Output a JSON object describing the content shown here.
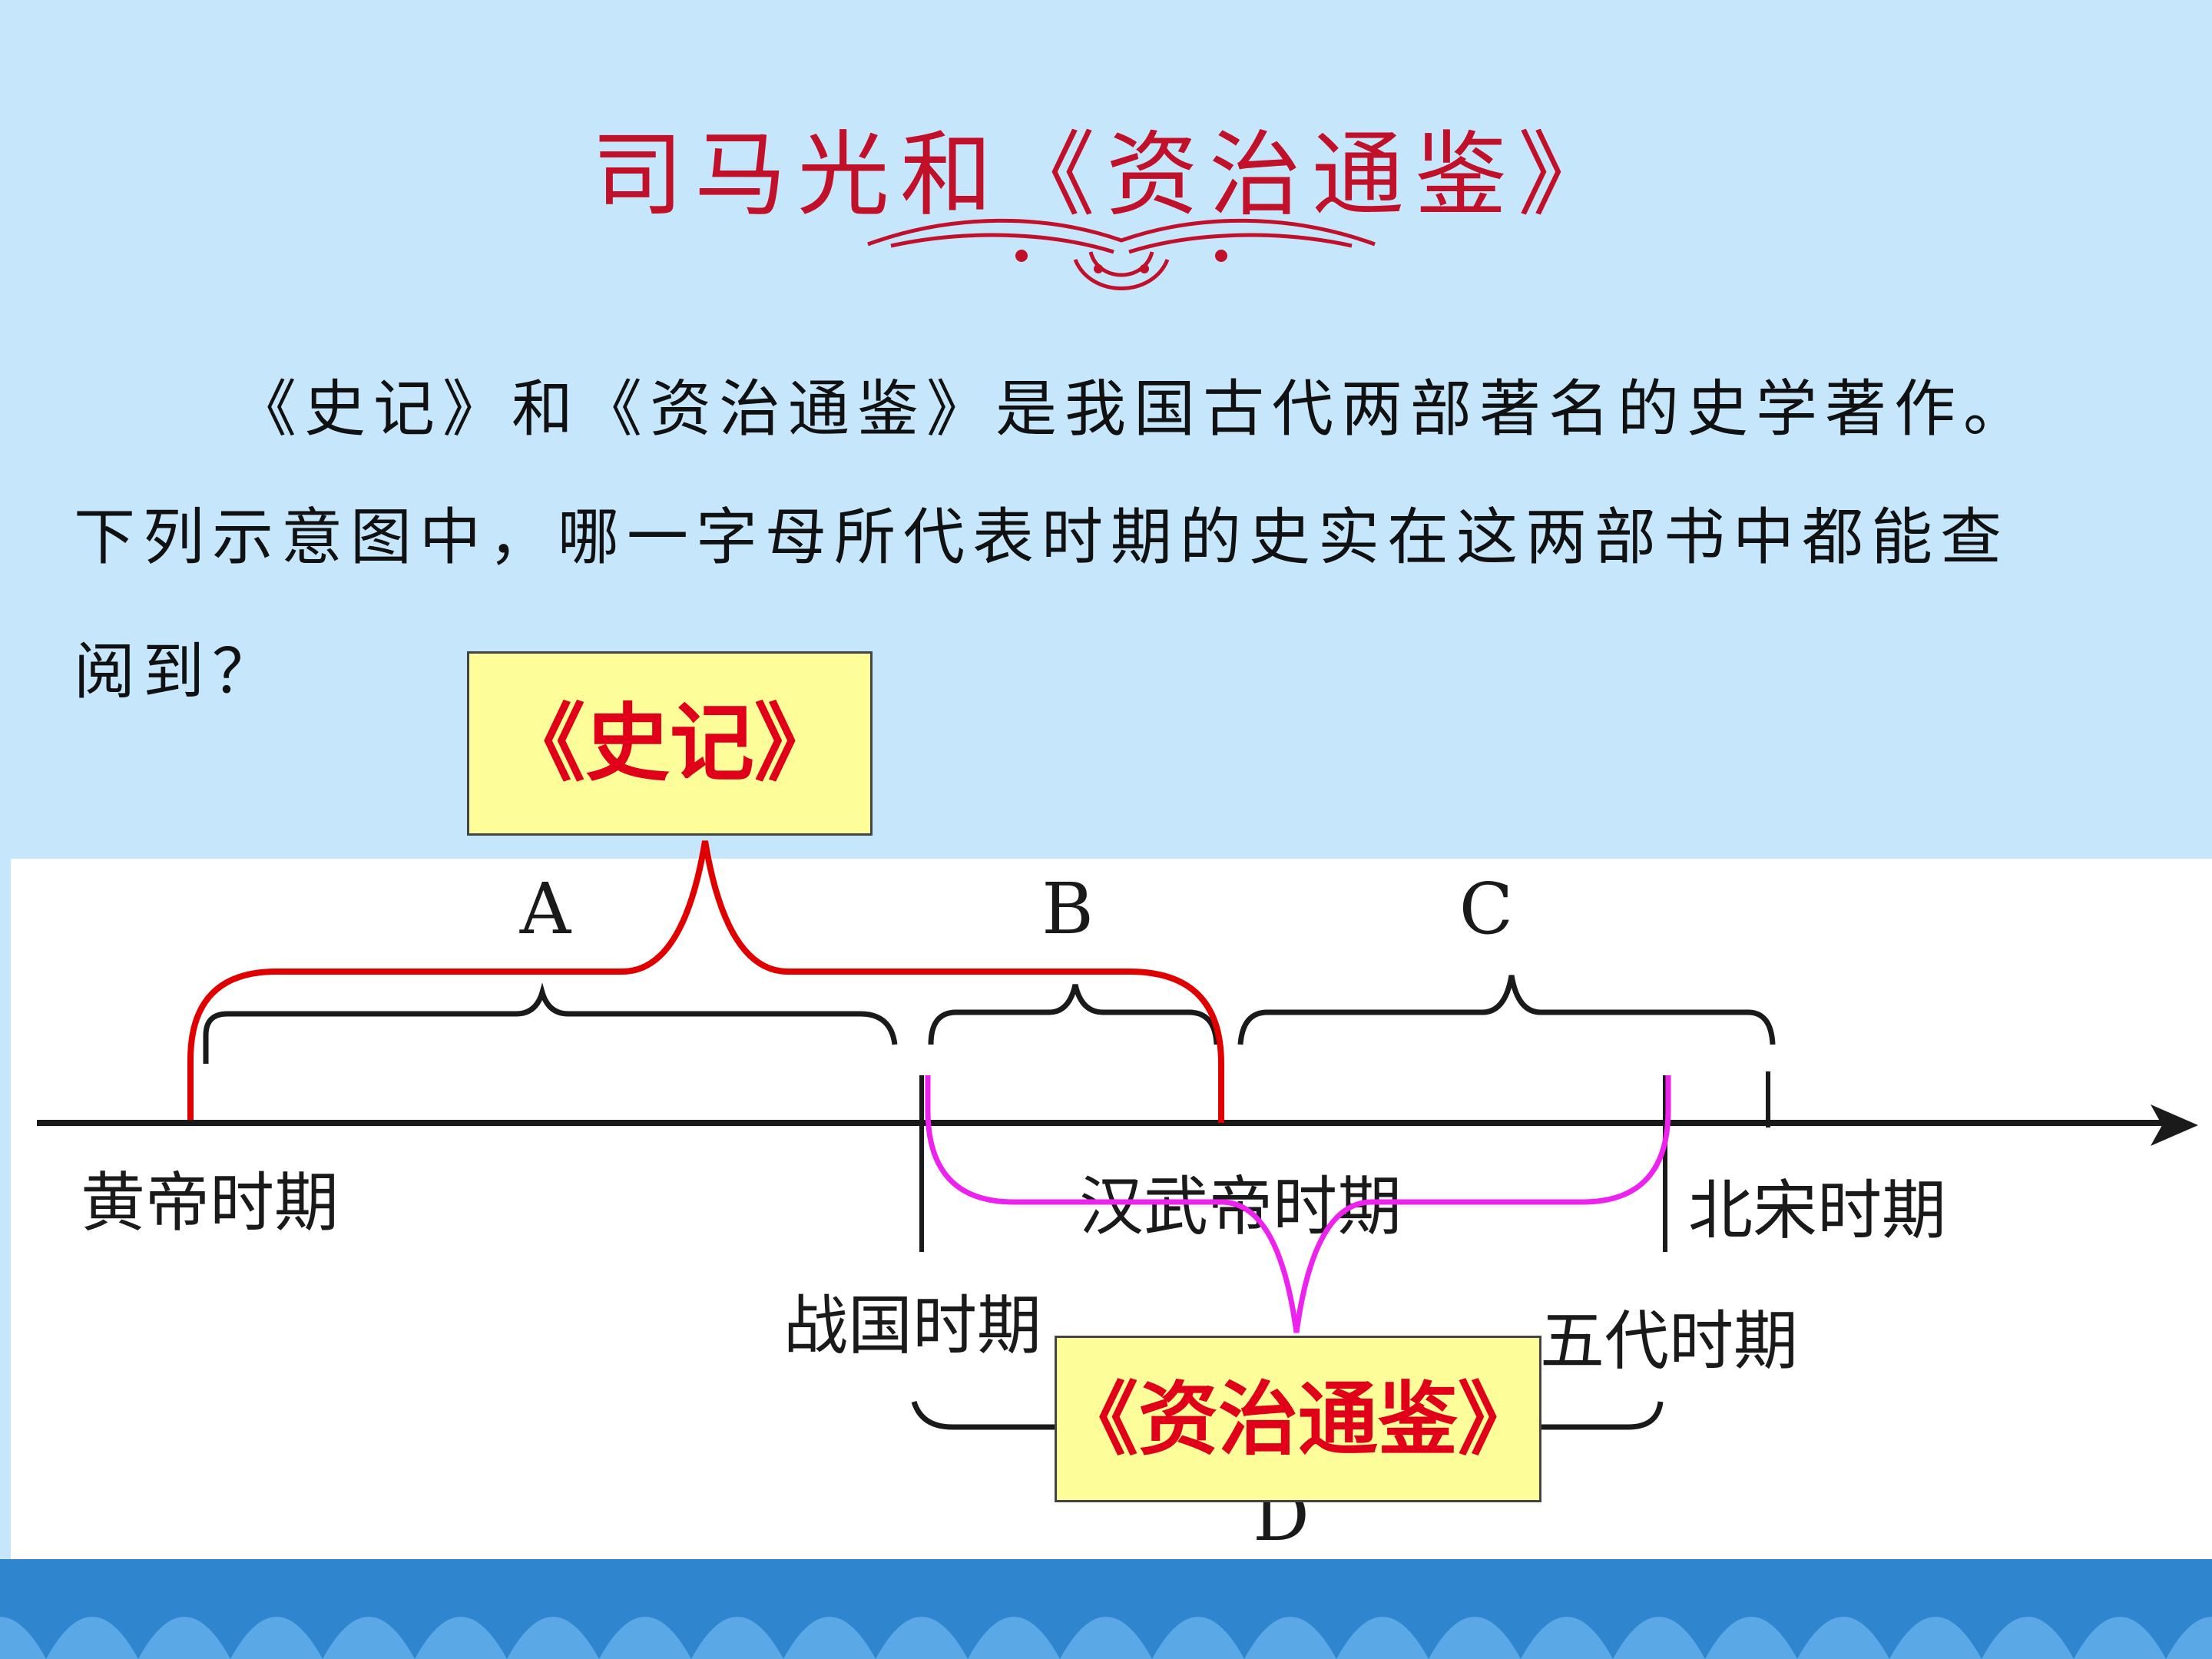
{
  "title": "司马光和《资治通鉴》",
  "question": {
    "line1": "《史记》和《资治通鉴》是我国古代两部著名的史学著作。",
    "line2": "下列示意图中，哪一字母所代表时期的史实在这两部书中都能查",
    "line3": "阅到？"
  },
  "timeline": {
    "periods": [
      "黄帝时期",
      "战国时期",
      "汉武帝时期",
      "五代时期",
      "北宋时期"
    ],
    "segments": [
      "A",
      "B",
      "C",
      "D"
    ]
  },
  "books": {
    "shiji": "《史记》",
    "zizhi": "《资治通鉴》"
  },
  "colors": {
    "title": "#c0102a",
    "shiji_bracket": "#e00000",
    "zizhi_bracket": "#ee22ee",
    "label_box": "#fdfd9a",
    "background": "#c6e7fb",
    "wave": "#2f86cf"
  }
}
